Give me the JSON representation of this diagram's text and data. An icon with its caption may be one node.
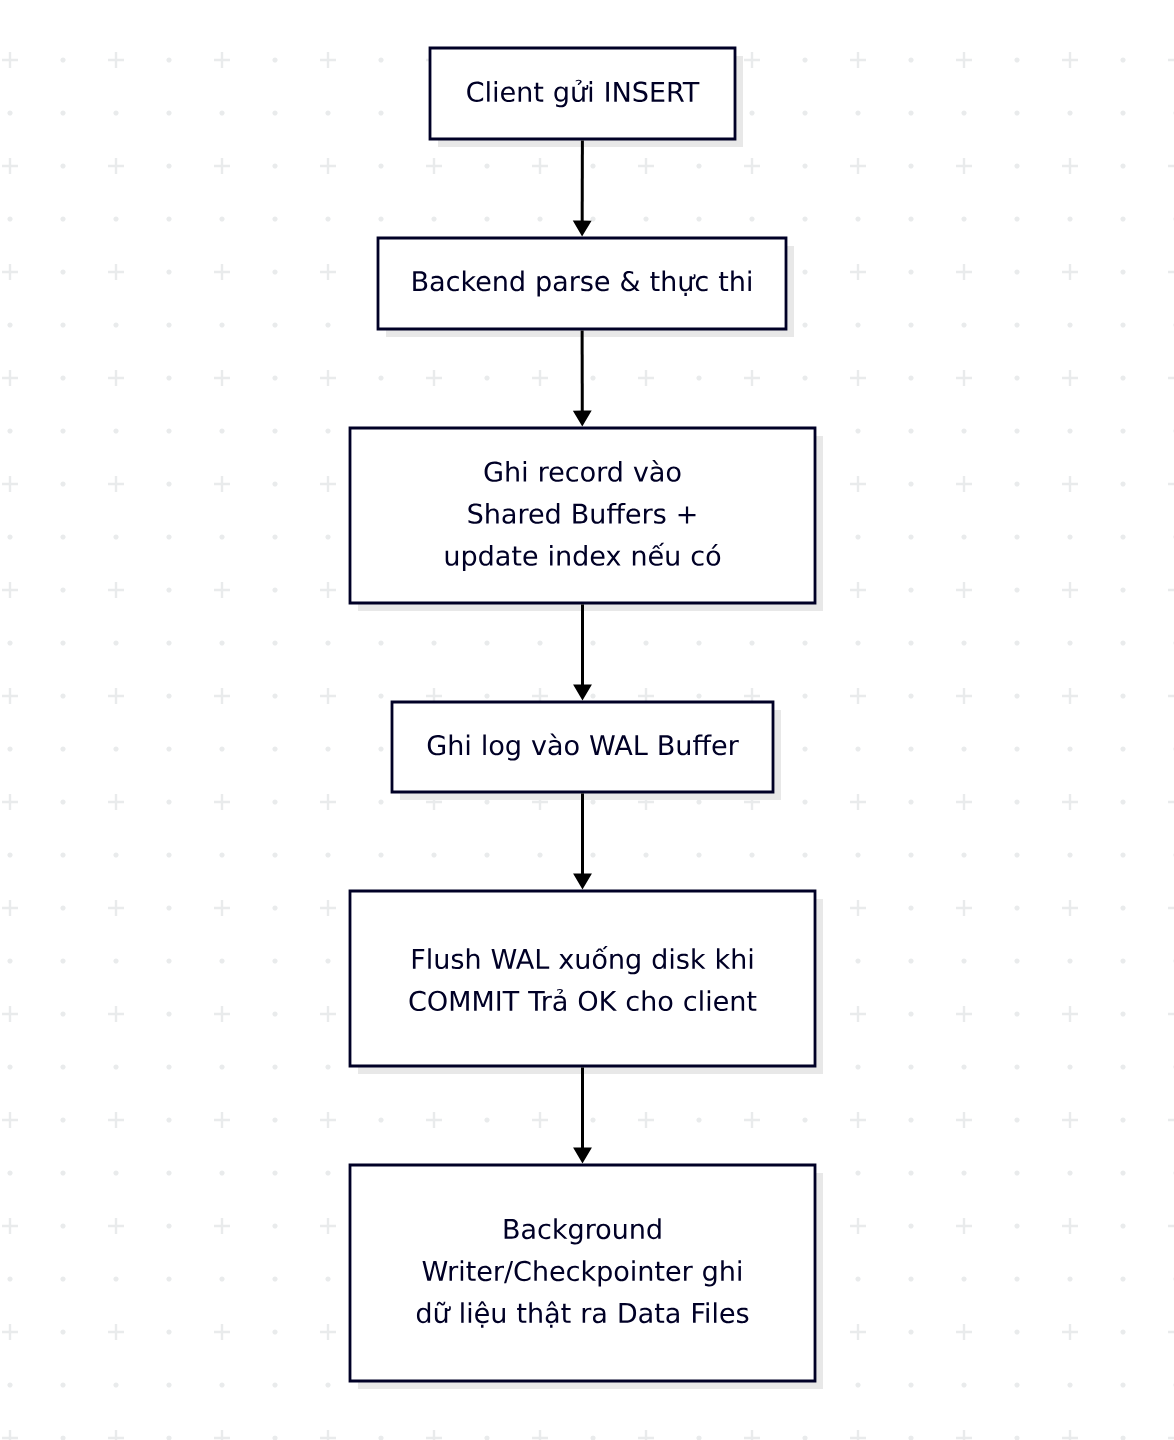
{
  "diagram": {
    "nodes": [
      {
        "text": [
          "Client gửi INSERT"
        ]
      },
      {
        "text": [
          "Backend parse & thực thi"
        ]
      },
      {
        "text": [
          "Ghi record vào Shared Buffers + update index nếu có"
        ]
      },
      {
        "text": [
          "Ghi log vào WAL Buffer"
        ]
      },
      {
        "text": [
          "Flush WAL xuống disk khi COMMIT Trả OK cho client"
        ]
      },
      {
        "text": [
          "Background Writer/Checkpointer ghi dữ liệu thật ra Data Files"
        ]
      }
    ],
    "edges": [
      {
        "from": 0,
        "to": 1,
        "arrow": "to"
      },
      {
        "from": 1,
        "to": 2,
        "arrow": "to"
      },
      {
        "from": 2,
        "to": 3,
        "arrow": "to"
      },
      {
        "from": 3,
        "to": 4,
        "arrow": "to"
      },
      {
        "from": 4,
        "to": 5,
        "arrow": "to"
      }
    ]
  }
}
